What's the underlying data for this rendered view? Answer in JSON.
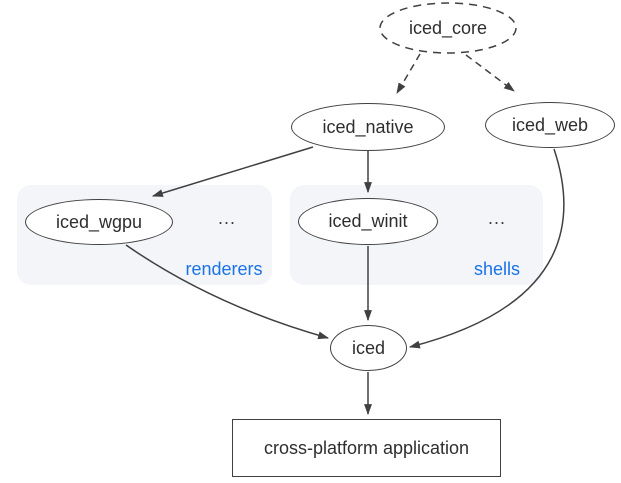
{
  "diagram": {
    "title_hint": "iced crate ecosystem dependency graph",
    "colors": {
      "background": "#ffffff",
      "stroke": "#404040",
      "node_text": "#2e2e2e",
      "group_fill": "#f3f5f8",
      "group_label_blue": "#1a73e8"
    },
    "nodes": {
      "iced_core": "iced_core",
      "iced_native": "iced_native",
      "iced_web": "iced_web",
      "iced_wgpu": "iced_wgpu",
      "iced_winit": "iced_winit",
      "iced": "iced",
      "application": "cross-platform application"
    },
    "groups": {
      "renderers": {
        "label": "renderers",
        "ellipsis": "..."
      },
      "shells": {
        "label": "shells",
        "ellipsis": "..."
      }
    },
    "edges": [
      {
        "from": "iced_core",
        "to": "iced_native",
        "style": "dashed"
      },
      {
        "from": "iced_core",
        "to": "iced_web",
        "style": "dashed"
      },
      {
        "from": "iced_native",
        "to": "iced_wgpu",
        "style": "solid"
      },
      {
        "from": "iced_native",
        "to": "iced_winit",
        "style": "solid"
      },
      {
        "from": "iced_wgpu",
        "to": "iced",
        "style": "solid"
      },
      {
        "from": "iced_winit",
        "to": "iced",
        "style": "solid"
      },
      {
        "from": "iced_web",
        "to": "iced",
        "style": "solid"
      },
      {
        "from": "iced",
        "to": "application",
        "style": "solid"
      }
    ]
  }
}
